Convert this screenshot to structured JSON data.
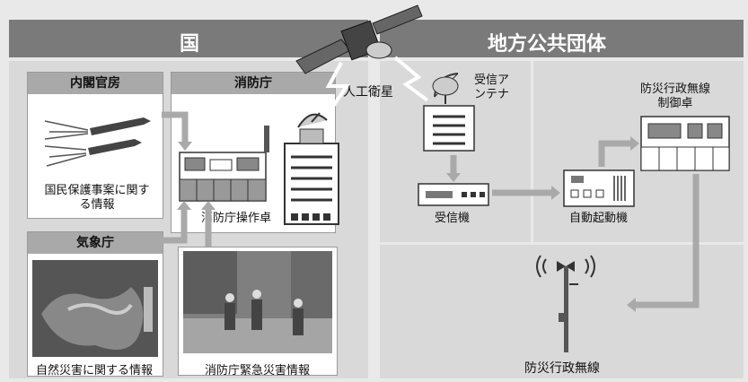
{
  "headers": {
    "national": "国",
    "local": "地方公共団体"
  },
  "national": {
    "cabinet": {
      "title": "内閣官房",
      "caption": "国民保護事案に関する情報"
    },
    "fire_agency": {
      "title": "消防庁",
      "console_label": "消防庁操作卓"
    },
    "met_agency": {
      "title": "気象庁",
      "caption": "自然災害に関する情報"
    },
    "emergency_caption": "消防庁緊急災害情報"
  },
  "satellite_label": "人工衛星",
  "local": {
    "antenna_label": "受信アンテナ",
    "receiver_label": "受信機",
    "auto_start_label": "自動起動機",
    "control_console_label": "防災行政無線制御卓",
    "radio_label": "防災行政無線"
  }
}
